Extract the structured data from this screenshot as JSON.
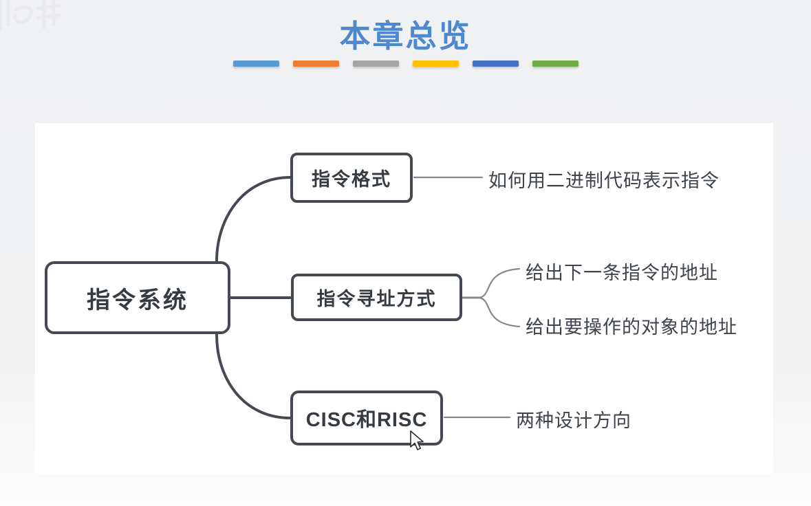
{
  "title": {
    "text": "本章总览"
  },
  "divider": {
    "dashes": [
      "#5B9BD5",
      "#ED7D31",
      "#A5A5A5",
      "#FFC000",
      "#4472C4",
      "#70AD47"
    ]
  },
  "watermark": {
    "icon": "bilibili-watermark"
  },
  "mindmap": {
    "root": {
      "label": "指令系统"
    },
    "branches": [
      {
        "label": "指令格式",
        "notes": [
          "如何用二进制代码表示指令"
        ]
      },
      {
        "label": "指令寻址方式",
        "notes": [
          "给出下一条指令的地址",
          "给出要操作的对象的地址"
        ]
      },
      {
        "label": "CISC和RISC",
        "notes": [
          "两种设计方向"
        ]
      }
    ],
    "colors": {
      "node_border": "#454a52",
      "node_text": "#363b42",
      "thick_connector": "#454a52",
      "thin_connector": "#84888e",
      "note_text": "#3f434a",
      "panel_bg": "#ffffff",
      "title_blue": "#4f89cd"
    }
  },
  "cursor": {
    "icon": "arrow-cursor"
  }
}
